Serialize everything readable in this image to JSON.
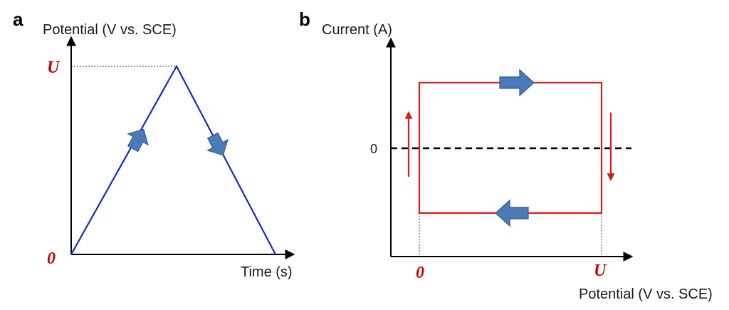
{
  "panel_a": {
    "letter": "a",
    "y_axis_title": "Potential (V vs. SCE)",
    "x_axis_title": "Time (s)",
    "y_tick_top": "U",
    "y_tick_origin": "0"
  },
  "panel_b": {
    "letter": "b",
    "y_axis_title": "Current (A)",
    "x_axis_title": "Potential (V vs. SCE)",
    "y_tick_zero": "0",
    "x_tick_start": "0",
    "x_tick_end": "U"
  },
  "colors": {
    "triangle_line": "#1428c8",
    "loop_line": "#e01818",
    "tick_red": "#d00000",
    "arrow_fill": "#4a7ab8",
    "arrow_stroke": "#2e5a94",
    "axis": "#000000"
  }
}
